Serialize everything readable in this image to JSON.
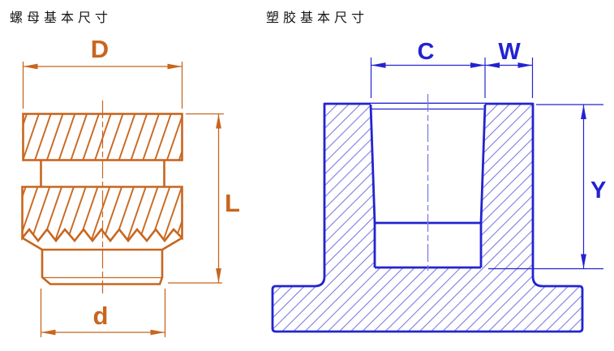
{
  "titles": {
    "left": "螺母基本尺寸",
    "right": "塑胶基本尺寸"
  },
  "colors": {
    "background": "#FFFFFF",
    "title_text": "#151515",
    "nut_line": "#C8661E",
    "plastic_line": "#2323D1",
    "plastic_hatch": "#7C7CE0"
  },
  "nut_drawing": {
    "labels": {
      "outer_diameter": "D",
      "length": "L",
      "pilot_diameter": "d"
    }
  },
  "plastic_drawing": {
    "labels": {
      "hole_diameter": "C",
      "wall_thickness": "W",
      "hole_depth": "Y"
    }
  }
}
